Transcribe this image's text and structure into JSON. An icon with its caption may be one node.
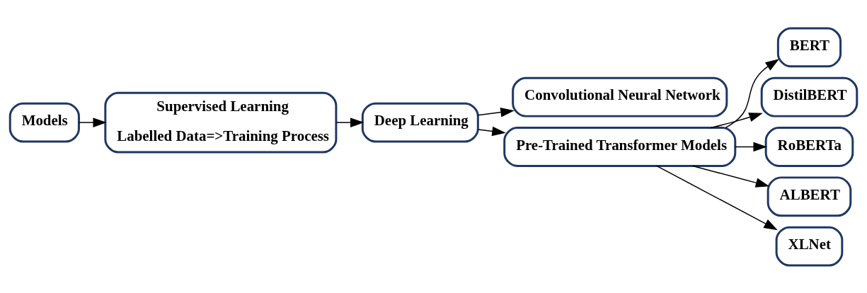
{
  "diagram": {
    "nodes": [
      {
        "text": [
          "Models"
        ]
      },
      {
        "text": [
          "Supervised Learning",
          "Labelled Data=>Training Process"
        ]
      },
      {
        "text": [
          "Deep Learning"
        ]
      },
      {
        "text": [
          "Convolutional Neural Network"
        ]
      },
      {
        "text": [
          "Pre-Trained Transformer Models"
        ]
      },
      {
        "text": [
          "BERT"
        ]
      },
      {
        "text": [
          "DistilBERT"
        ]
      },
      {
        "text": [
          "RoBERTa"
        ]
      },
      {
        "text": [
          "ALBERT"
        ]
      },
      {
        "text": [
          "XLNet"
        ]
      }
    ],
    "edges": [
      {
        "from": 0,
        "to": 1,
        "arrow": "to"
      },
      {
        "from": 1,
        "to": 2,
        "arrow": "to"
      },
      {
        "from": 2,
        "to": 3,
        "arrow": "to"
      },
      {
        "from": 2,
        "to": 4,
        "arrow": "to"
      },
      {
        "from": 4,
        "to": 5,
        "arrow": "to"
      },
      {
        "from": 4,
        "to": 6,
        "arrow": "to"
      },
      {
        "from": 4,
        "to": 7,
        "arrow": "to"
      },
      {
        "from": 4,
        "to": 8,
        "arrow": "to"
      },
      {
        "from": 4,
        "to": 9,
        "arrow": "to"
      }
    ]
  }
}
